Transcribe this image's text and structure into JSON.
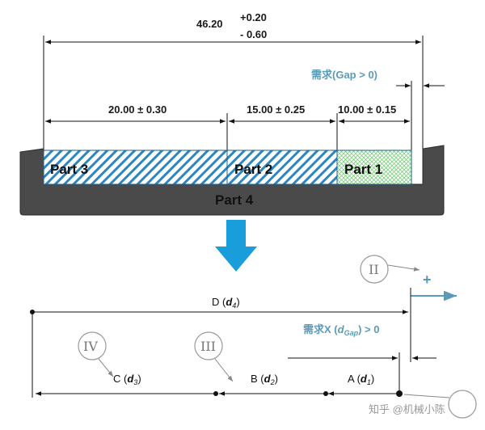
{
  "top": {
    "overall": {
      "nominal": "46.20",
      "upper": "+0.20",
      "lower": "- 0.60"
    },
    "requirement": {
      "prefix": "需求",
      "suffix": "(Gap > 0)"
    },
    "dims": [
      {
        "label": "20.00 ± 0.30"
      },
      {
        "label": "15.00 ± 0.25"
      },
      {
        "label": "10.00 ± 0.15"
      }
    ],
    "parts": [
      "Part 3",
      "Part 2",
      "Part 1"
    ],
    "base": "Part 4"
  },
  "bottom": {
    "D": {
      "letter": "D",
      "sub": "4"
    },
    "C": {
      "letter": "C",
      "sub": "3"
    },
    "B": {
      "letter": "B",
      "sub": "2"
    },
    "A": {
      "letter": "A",
      "sub": "1"
    },
    "requirement": {
      "prefix": "需求X",
      "sub": "Gap",
      "suffix": "> 0"
    },
    "plus": "+",
    "markers": [
      "II",
      "IV",
      "III"
    ]
  },
  "watermark": "知乎 @机械小陈",
  "colors": {
    "arrow_blue": "#1a9ddb",
    "req_blue": "#5b9bb8",
    "hatch_blue": "#2e86c1",
    "hatch_green": "#7ccf7c",
    "base_gray": "#4a4a4a"
  }
}
